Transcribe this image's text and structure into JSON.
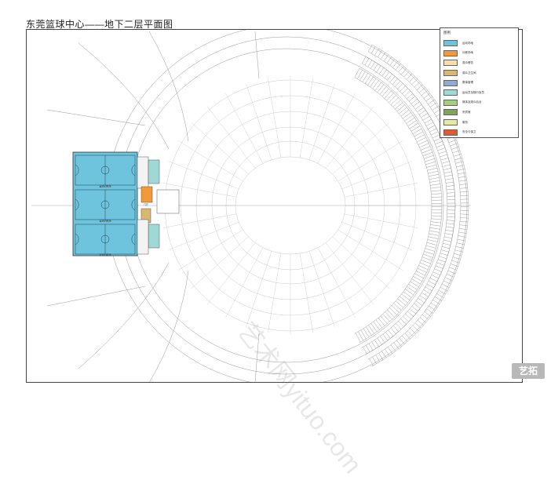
{
  "title": "东莞篮球中心——地下二层平面图",
  "legend": {
    "title": "图例",
    "items": [
      {
        "label": "运动场地",
        "color": "#6ec4dc"
      },
      {
        "label": "训练场地",
        "color": "#f29a38"
      },
      {
        "label": "观众餐饮",
        "color": "#f6ddb0"
      },
      {
        "label": "观众卫生间",
        "color": "#d9b871"
      },
      {
        "label": "赛事管理",
        "color": "#8fabd6"
      },
      {
        "label": "运动员及随行官员",
        "color": "#9fd8d4"
      },
      {
        "label": "媒体及观众后台",
        "color": "#a5cf7e"
      },
      {
        "label": "贵宾席",
        "color": "#7fa55d"
      },
      {
        "label": "服务",
        "color": "#e3eba2"
      },
      {
        "label": "安全与保卫",
        "color": "#e25b2e"
      }
    ]
  },
  "courts": {
    "court_labels": [
      "篮球训练场",
      "篮球训练场",
      "篮球训练场"
    ],
    "lobby_label": "门厅"
  },
  "watermark": "艺术网yituo.com",
  "logo": "艺拓"
}
